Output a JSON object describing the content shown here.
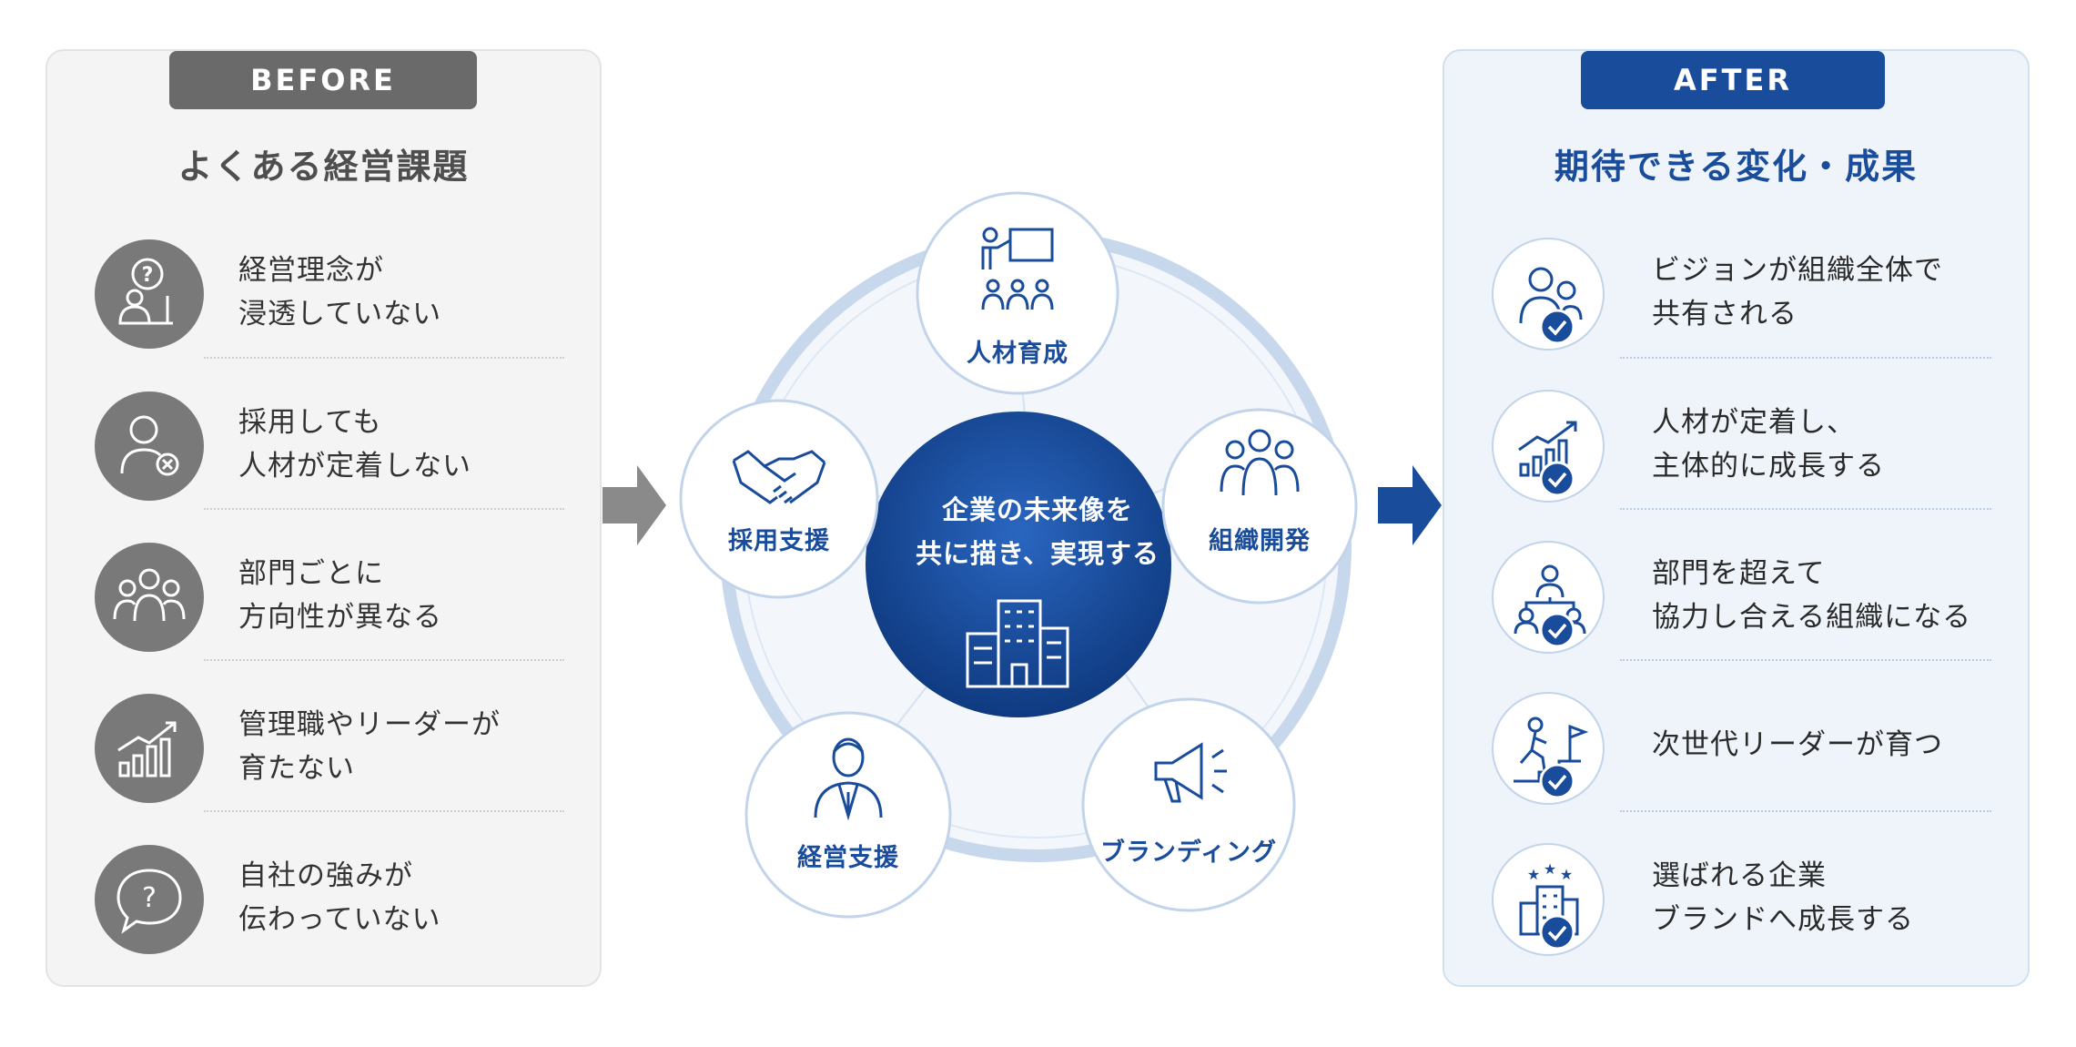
{
  "before": {
    "tab": "BEFORE",
    "heading": "よくある経営課題",
    "items": [
      {
        "line1": "経営理念が",
        "line2": "浸透していない",
        "icon": "question-person-icon"
      },
      {
        "line1": "採用しても",
        "line2": "人材が定着しない",
        "icon": "person-x-icon"
      },
      {
        "line1": "部門ごとに",
        "line2": "方向性が異なる",
        "icon": "group-icon"
      },
      {
        "line1": "管理職やリーダーが",
        "line2": "育たない",
        "icon": "growth-chart-icon"
      },
      {
        "line1": "自社の強みが",
        "line2": "伝わっていない",
        "icon": "question-bubble-icon"
      }
    ]
  },
  "center": {
    "line1": "企業の未来像を",
    "line2": "共に描き、実現する",
    "nodes": [
      {
        "label": "人材育成",
        "icon": "training-icon"
      },
      {
        "label": "組織開発",
        "icon": "team-icon"
      },
      {
        "label": "ブランディング",
        "icon": "megaphone-icon"
      },
      {
        "label": "経営支援",
        "icon": "executive-icon"
      },
      {
        "label": "採用支援",
        "icon": "handshake-icon"
      }
    ]
  },
  "after": {
    "tab": "AFTER",
    "heading": "期待できる変化・成果",
    "items": [
      {
        "line1": "ビジョンが組織全体で",
        "line2": "共有される",
        "icon": "people-icon"
      },
      {
        "line1": "人材が定着し、",
        "line2": "主体的に成長する",
        "icon": "growth-chart-icon"
      },
      {
        "line1": "部門を超えて",
        "line2": "協力し合える組織になる",
        "icon": "hierarchy-icon"
      },
      {
        "line1": "次世代リーダーが育つ",
        "line2": "",
        "icon": "climbing-flag-icon"
      },
      {
        "line1": "選ばれる企業",
        "line2": "ブランドへ成長する",
        "icon": "star-building-icon"
      }
    ]
  },
  "colors": {
    "navy": "#1a4c9c",
    "gray": "#797979",
    "ring": "#c8d8ec"
  }
}
